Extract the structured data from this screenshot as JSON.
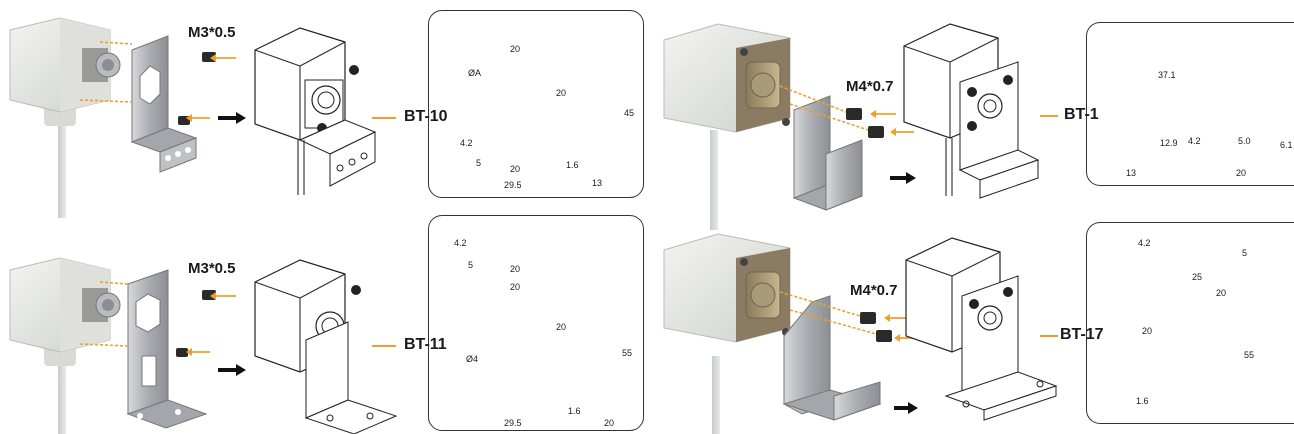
{
  "colors": {
    "accent": "#f0a02a",
    "plate": "#c9d3e6",
    "line": "#2b2b2b",
    "sensor_body": "#e9ebe6",
    "bracket_metal": "#b4b7bb"
  },
  "kits": [
    {
      "screw": "M3*0.5",
      "model": "BT-10",
      "dims": {
        "a": "20",
        "b": "ØA",
        "c": "20",
        "d": "4.2",
        "e": "5",
        "f": "20",
        "g": "29.5",
        "h": "45",
        "i": "1.6",
        "j": "13"
      }
    },
    {
      "screw": "M3*0.5",
      "model": "BT-11",
      "dims": {
        "a": "4.2",
        "b": "5",
        "c": "20",
        "d": "20",
        "e": "20",
        "f": "Ø4",
        "g": "29.5",
        "h": "55",
        "i": "1.6",
        "j": "20"
      }
    },
    {
      "screw": "M4*0.7",
      "model": "BT-1",
      "dims": {
        "a": "37.1",
        "b": "12.9",
        "c": "13",
        "d": "4.2",
        "e": "5.0",
        "f": "20",
        "g": "6.1"
      }
    },
    {
      "screw": "M4*0.7",
      "model": "BT-17",
      "dims": {
        "a": "4.2",
        "b": "5",
        "c": "25",
        "d": "20",
        "e": "20",
        "f": "55",
        "g": "1.6"
      }
    }
  ]
}
